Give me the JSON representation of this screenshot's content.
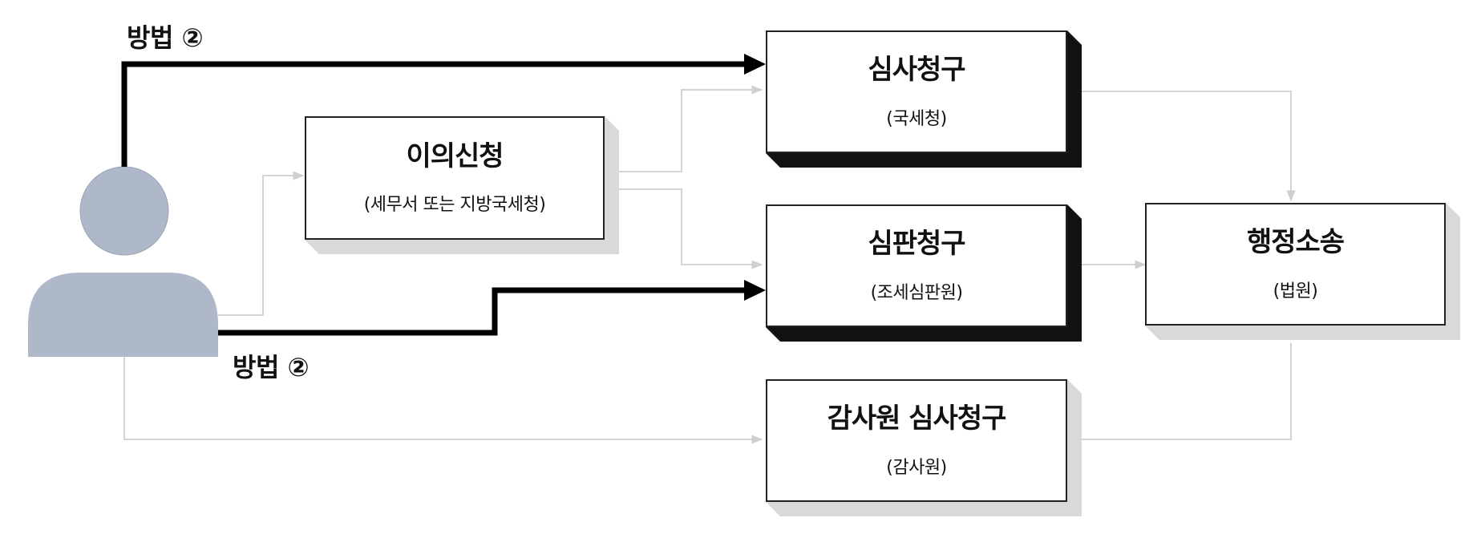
{
  "nodes": {
    "objection": {
      "title": "이의신청",
      "sub": "(세무서 또는 지방국세청)"
    },
    "review": {
      "title": "심사청구",
      "sub": "(국세청)"
    },
    "trial": {
      "title": "심판청구",
      "sub": "(조세심판원)"
    },
    "audit": {
      "title": "감사원 심사청구",
      "sub": "(감사원)"
    },
    "litigation": {
      "title": "행정소송",
      "sub": "(법원)"
    }
  },
  "methods": {
    "top": "방법 ②",
    "bottom": "방법 ②"
  },
  "colors": {
    "person": "#aeb8c9",
    "strong_line": "#000000",
    "light_line": "#d4d4d4",
    "shadow_dark": "#111111",
    "shadow_light": "#d9d9d9"
  }
}
